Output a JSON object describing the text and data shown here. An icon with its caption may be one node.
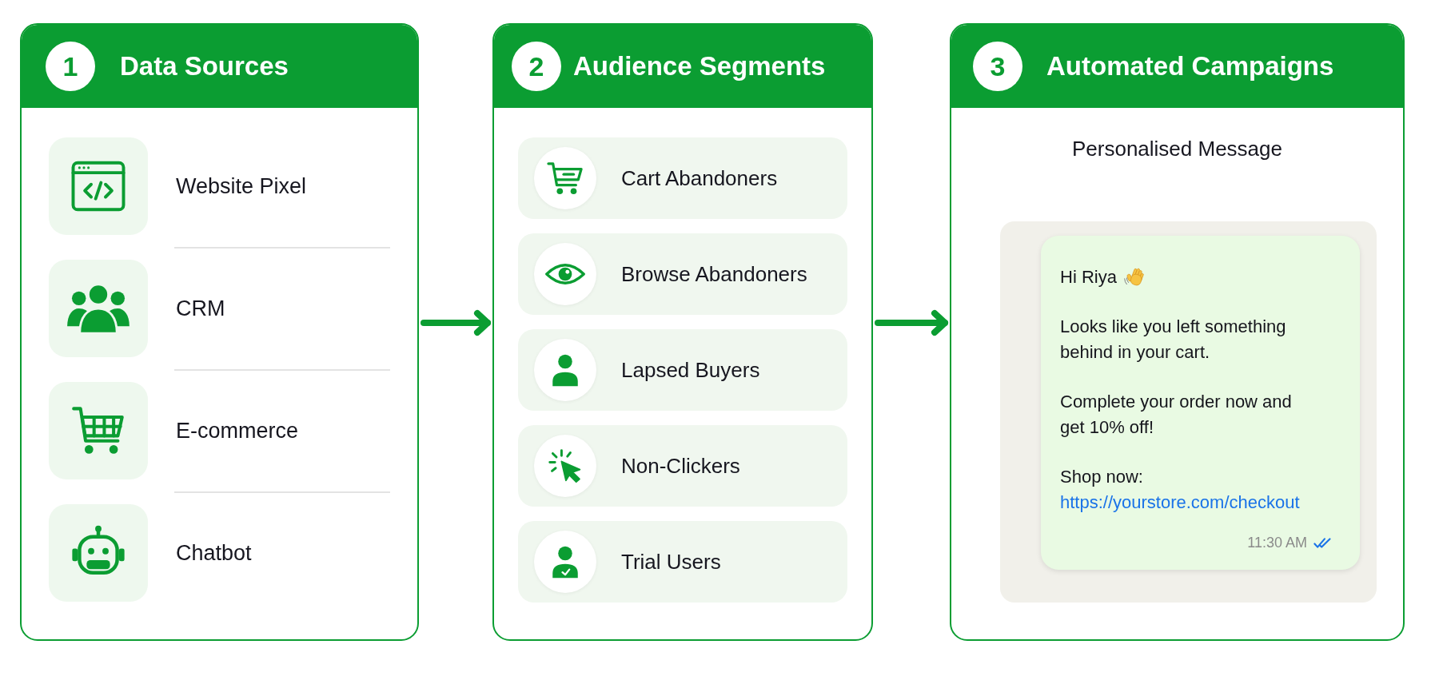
{
  "diagram": {
    "nodes": [
      {
        "text": [
          "Data Sources"
        ]
      },
      {
        "text": [
          "1"
        ],
        "in": 0
      },
      {
        "text": [
          "Website Pixel"
        ],
        "in": 0
      },
      {
        "text": [
          "CRM"
        ],
        "in": 0
      },
      {
        "text": [
          "E-commerce"
        ],
        "in": 0
      },
      {
        "text": [
          "Chatbot"
        ],
        "in": 0
      },
      {
        "text": [
          "Audience Segments"
        ]
      },
      {
        "text": [
          "2"
        ],
        "in": 6
      },
      {
        "text": [
          "Cart Abandoners"
        ],
        "in": 6
      },
      {
        "text": [
          "Browse Abandoners"
        ],
        "in": 6
      },
      {
        "text": [
          "Lapsed Buyers"
        ],
        "in": 6
      },
      {
        "text": [
          "Non-Clickers"
        ],
        "in": 6
      },
      {
        "text": [
          "Trial Users"
        ],
        "in": 6
      },
      {
        "text": [
          "Automated Campaigns",
          "Personalised Message"
        ]
      },
      {
        "text": [
          "3"
        ],
        "in": 13
      },
      {
        "text": [
          "Hi Riya",
          "Looks like you left something behind in your cart.",
          "Complete your order now and get 10% off!",
          "Shop now:",
          "https://yourstore.com/checkout",
          "11:30 AM"
        ],
        "in": 13
      }
    ],
    "edges": [
      {
        "from": 0,
        "to": 6,
        "arrow": "to"
      },
      {
        "from": 6,
        "to": 13,
        "arrow": "to"
      }
    ]
  }
}
